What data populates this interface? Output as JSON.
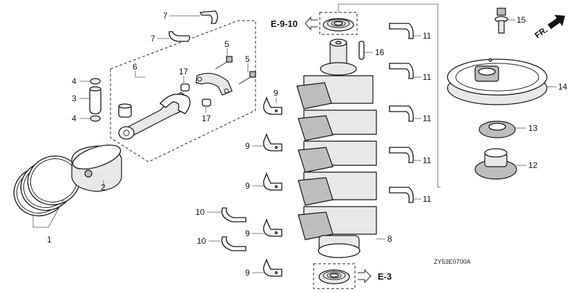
{
  "diagram": {
    "type": "exploded-parts-diagram",
    "subject": "Crankshaft / Piston assembly",
    "drawing_code": "ZY53E0700A",
    "direction_label": "FR.",
    "references": [
      {
        "label": "E-9-10",
        "direction": "left"
      },
      {
        "label": "E-3",
        "direction": "right"
      }
    ],
    "callouts": {
      "c1": "1",
      "c2": "2",
      "c3": "3",
      "c4a": "4",
      "c4b": "4",
      "c5a": "5",
      "c5b": "5",
      "c6": "6",
      "c7a": "7",
      "c7b": "7",
      "c8": "8",
      "c9a": "9",
      "c9b": "9",
      "c9c": "9",
      "c9d": "9",
      "c9e": "9",
      "c10a": "10",
      "c10b": "10",
      "c11a": "11",
      "c11b": "11",
      "c11c": "11",
      "c11d": "11",
      "c11e": "11",
      "c12": "12",
      "c13": "13",
      "c14": "14",
      "c15": "15",
      "c16": "16",
      "c17a": "17",
      "c17b": "17"
    }
  }
}
